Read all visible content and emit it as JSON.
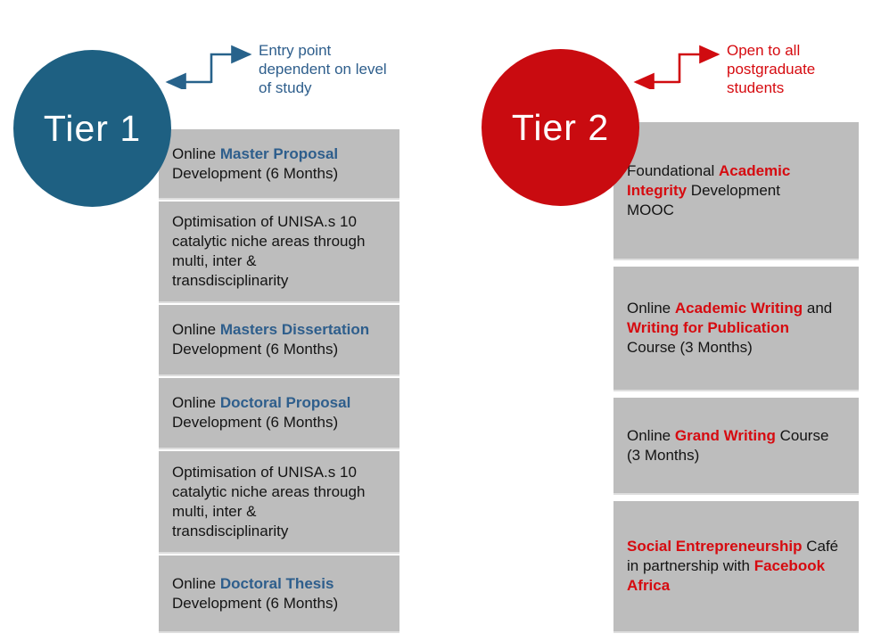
{
  "tiers": [
    {
      "id": "tier1",
      "label": "Tier 1",
      "circle_color": "#1E6082",
      "accent_color": "#2E5E8C",
      "arrow_color": "#27628B",
      "annotation": "Entry point\ndependent on level\nof study",
      "boxes": [
        {
          "segments": [
            {
              "t": "Online ",
              "h": false
            },
            {
              "t": "Master Proposal",
              "h": true
            },
            {
              "t": "\nDevelopment (6 Months)",
              "h": false
            }
          ]
        },
        {
          "segments": [
            {
              "t": "Optimisation of UNISA.s 10\ncatalytic niche areas through\nmulti, inter &\ntransdisciplinarity",
              "h": false
            }
          ]
        },
        {
          "segments": [
            {
              "t": "Online ",
              "h": false
            },
            {
              "t": "Masters Dissertation",
              "h": true
            },
            {
              "t": "\nDevelopment (6 Months)",
              "h": false
            }
          ]
        },
        {
          "segments": [
            {
              "t": "Online ",
              "h": false
            },
            {
              "t": "Doctoral Proposal",
              "h": true
            },
            {
              "t": "\nDevelopment (6 Months)",
              "h": false
            }
          ]
        },
        {
          "segments": [
            {
              "t": "Optimisation of UNISA.s 10\ncatalytic niche areas through\nmulti, inter &\ntransdisciplinarity",
              "h": false
            }
          ]
        },
        {
          "segments": [
            {
              "t": "Online ",
              "h": false
            },
            {
              "t": "Doctoral Thesis",
              "h": true
            },
            {
              "t": "\nDevelopment (6 Months)",
              "h": false
            }
          ]
        }
      ]
    },
    {
      "id": "tier2",
      "label": "Tier 2",
      "circle_color": "#C90B10",
      "accent_color": "#D60B10",
      "arrow_color": "#D00B10",
      "annotation": "Open to all\npostgraduate\nstudents",
      "boxes": [
        {
          "segments": [
            {
              "t": "Foundational ",
              "h": false
            },
            {
              "t": "Academic\nIntegrity",
              "h": true
            },
            {
              "t": " Development\nMOOC",
              "h": false
            }
          ]
        },
        {
          "segments": [
            {
              "t": "Online ",
              "h": false
            },
            {
              "t": "Academic Writing",
              "h": true
            },
            {
              "t": " and\n",
              "h": false
            },
            {
              "t": "Writing for Publication",
              "h": true
            },
            {
              "t": "\nCourse (3 Months)",
              "h": false
            }
          ]
        },
        {
          "segments": [
            {
              "t": "Online ",
              "h": false
            },
            {
              "t": "Grand Writing",
              "h": true
            },
            {
              "t": " Course\n(3 Months)",
              "h": false
            }
          ]
        },
        {
          "segments": [
            {
              "t": "Social Entrepreneurship",
              "h": true
            },
            {
              "t": " Café\nin partnership with ",
              "h": false
            },
            {
              "t": "Facebook\nAfrica",
              "h": true
            }
          ]
        }
      ]
    }
  ]
}
